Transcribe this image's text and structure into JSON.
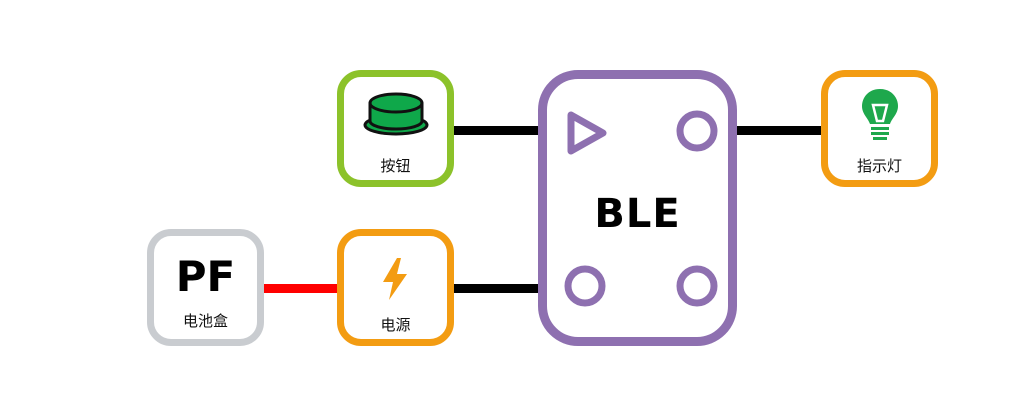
{
  "nodes": {
    "button": {
      "label": "按钮",
      "icon": "push-button-icon",
      "border_color": "#8cc22a",
      "icon_color": "#0fa84a"
    },
    "indicator": {
      "label": "指示灯",
      "icon": "light-bulb-icon",
      "border_color": "#f39c12",
      "icon_color": "#1ea84c"
    },
    "battery": {
      "label": "电池盒",
      "title": "PF",
      "border_color": "#c9ccd0"
    },
    "power": {
      "label": "电源",
      "icon": "lightning-bolt-icon",
      "border_color": "#f39c12",
      "icon_color": "#f39c12"
    },
    "ble": {
      "title": "BLE",
      "border_color": "#8e70b0"
    }
  },
  "wires": [
    {
      "from": "button",
      "to": "ble",
      "color": "#000000"
    },
    {
      "from": "ble",
      "to": "indicator",
      "color": "#000000"
    },
    {
      "from": "battery",
      "to": "power",
      "color": "#ff0000"
    },
    {
      "from": "power",
      "to": "ble",
      "color": "#000000"
    }
  ]
}
